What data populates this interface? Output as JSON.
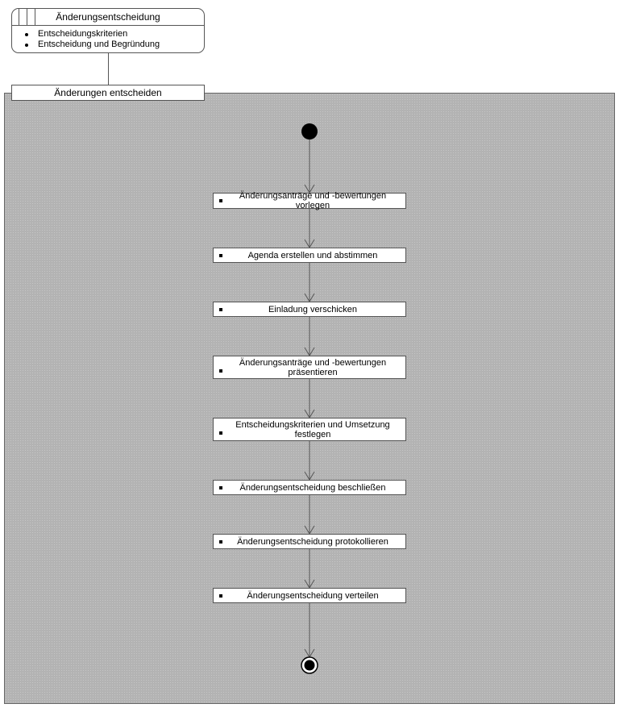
{
  "artifact": {
    "title": "Änderungsentscheidung",
    "items": [
      "Entscheidungskriterien",
      "Entscheidung und Begründung"
    ]
  },
  "process": {
    "label": "Änderungen entscheiden"
  },
  "steps": [
    "Änderungsanträge und -bewertungen vorlegen",
    "Agenda erstellen und abstimmen",
    "Einladung verschicken",
    "Änderungsanträge und -bewertungen präsentieren",
    "Entscheidungskriterien und Umsetzung festlegen",
    "Änderungsentscheidung beschließen",
    "Änderungsentscheidung protokollieren",
    "Änderungsentscheidung verteilen"
  ]
}
